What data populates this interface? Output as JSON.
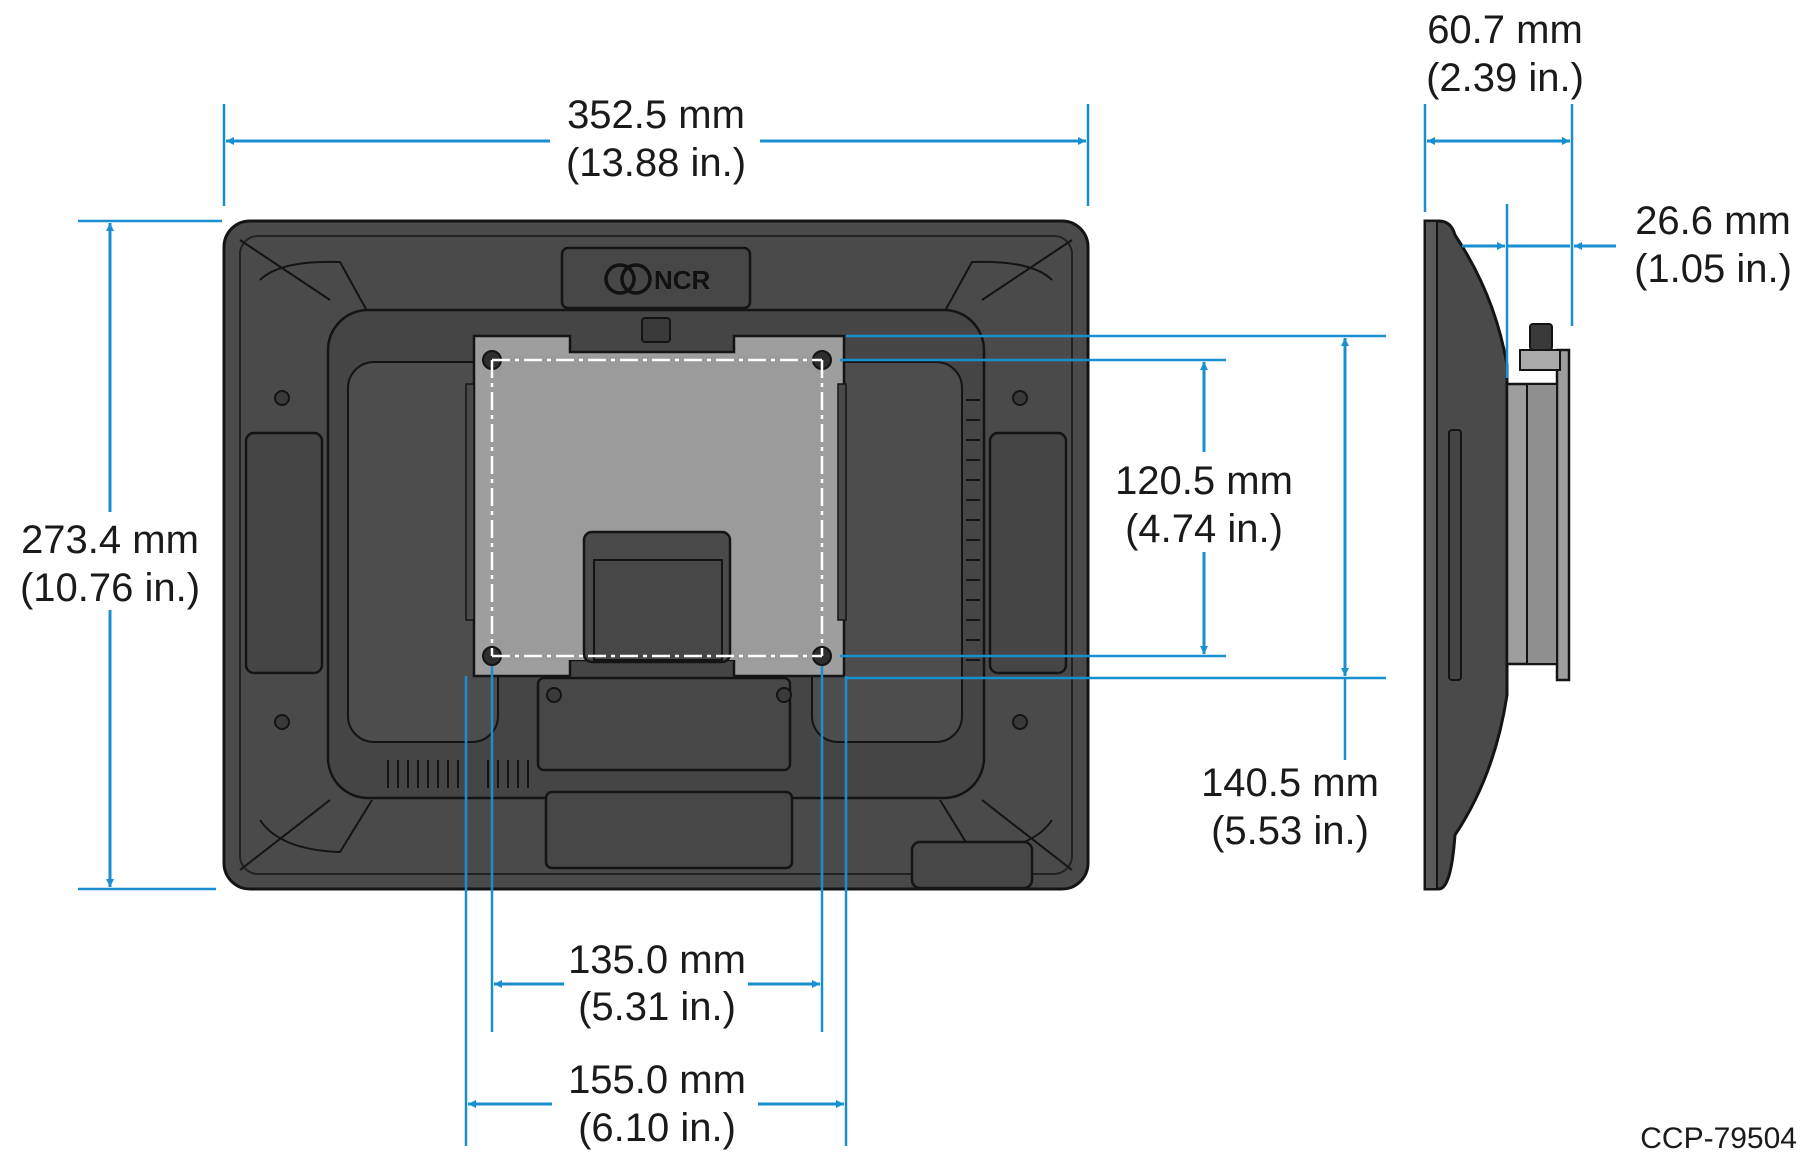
{
  "brand": "NCR",
  "reference_id": "CCP-79504",
  "colors": {
    "dimension": "#1a8fd0",
    "housing": "#4a4a4a",
    "mount_plate": "#9e9e9e",
    "outline": "#141414"
  },
  "dimensions": {
    "overall_width": {
      "mm": "352.5 mm",
      "in": "(13.88 in.)"
    },
    "overall_height": {
      "mm": "273.4 mm",
      "in": "(10.76 in.)"
    },
    "hole_spacing_vertical": {
      "mm": "120.5 mm",
      "in": "(4.74 in.)"
    },
    "plate_height": {
      "mm": "140.5 mm",
      "in": "(5.53 in.)"
    },
    "hole_spacing_horizontal": {
      "mm": "135.0 mm",
      "in": "(5.31 in.)"
    },
    "plate_width": {
      "mm": "155.0 mm",
      "in": "(6.10 in.)"
    },
    "overall_depth": {
      "mm": "60.7 mm",
      "in": "(2.39 in.)"
    },
    "bracket_depth": {
      "mm": "26.6 mm",
      "in": "(1.05 in.)"
    }
  }
}
